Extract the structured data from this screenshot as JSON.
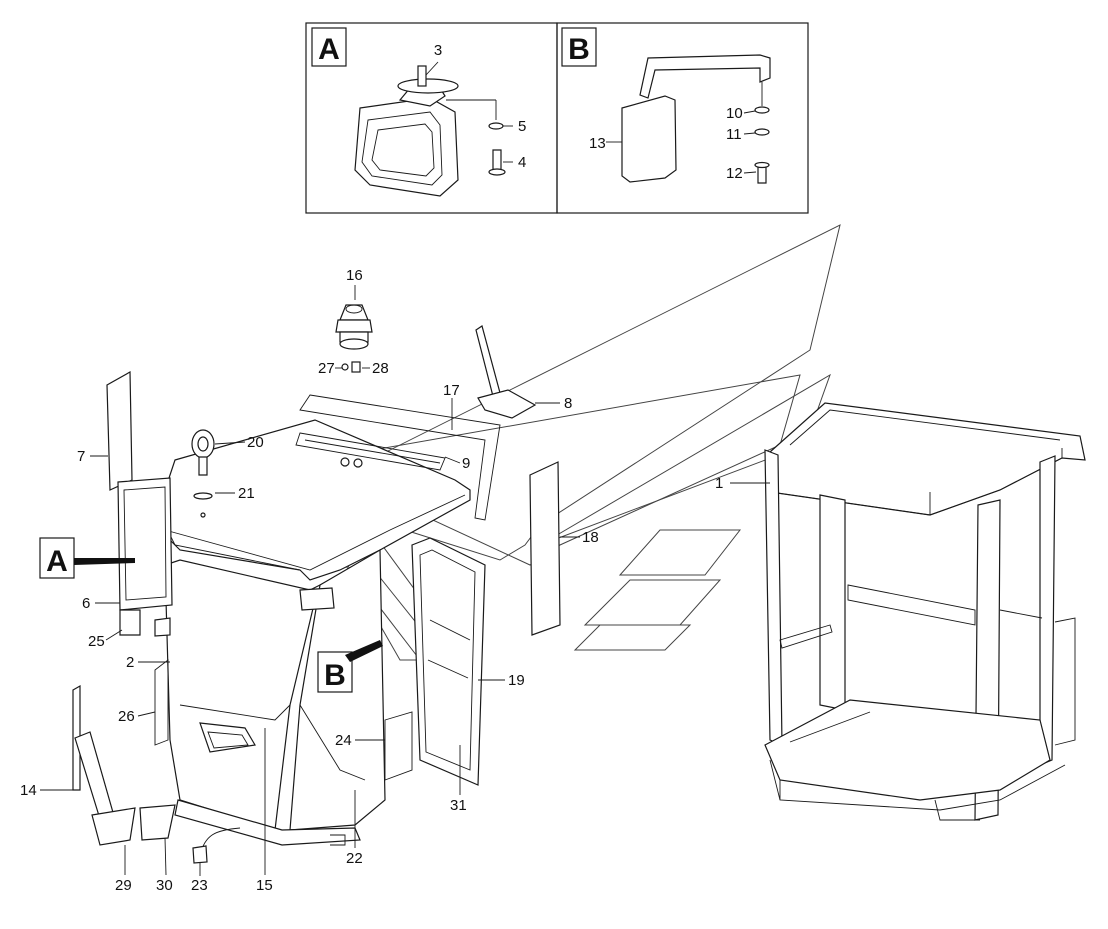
{
  "detail_boxes": [
    {
      "letter": "A",
      "labels": [
        "3",
        "5",
        "4"
      ]
    },
    {
      "letter": "B",
      "labels": [
        "10",
        "11",
        "12",
        "13"
      ]
    }
  ],
  "callouts": {
    "A": "A",
    "B": "B"
  },
  "part_labels": {
    "p1": "1",
    "p2": "2",
    "p3": "3",
    "p4": "4",
    "p5": "5",
    "p6": "6",
    "p7": "7",
    "p8": "8",
    "p9": "9",
    "p10": "10",
    "p11": "11",
    "p12": "12",
    "p13": "13",
    "p14": "14",
    "p15": "15",
    "p16": "16",
    "p17": "17",
    "p18": "18",
    "p19": "19",
    "p20": "20",
    "p21": "21",
    "p22": "22",
    "p23": "23",
    "p24": "24",
    "p25": "25",
    "p26": "26",
    "p27": "27",
    "p28": "28",
    "p29": "29",
    "p30": "30",
    "p31": "31"
  }
}
